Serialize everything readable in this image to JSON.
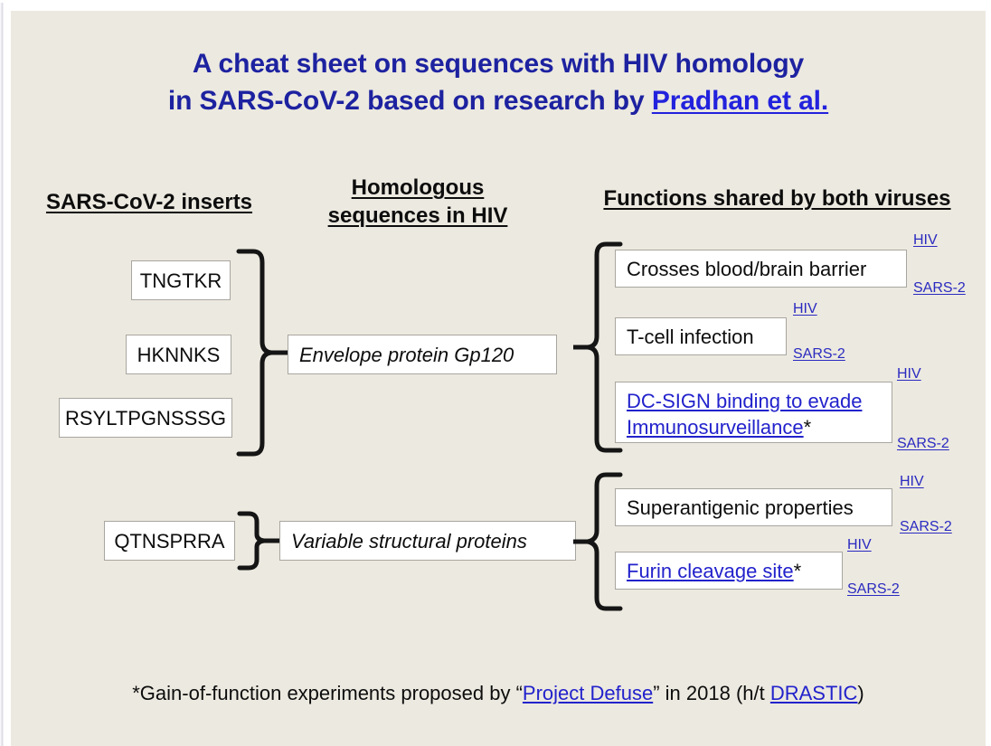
{
  "slide": {
    "background_color": "#ece9e0",
    "title": {
      "line1": "A cheat sheet on sequences with HIV homology",
      "line2_prefix": "in SARS-CoV-2 based on research by ",
      "line2_link": "Pradhan et al.",
      "color": "#1d22a0",
      "link_color": "#2222dd"
    },
    "headers": {
      "left": "SARS-CoV-2 inserts",
      "middle_line1": "Homologous",
      "middle_line2": "sequences in HIV",
      "right": "Functions shared by both viruses"
    },
    "inserts": [
      {
        "label": "TNGTKR"
      },
      {
        "label": "HKNNKS"
      },
      {
        "label": "RSYLTPGNSSSG"
      },
      {
        "label": "QTNSPRRA"
      }
    ],
    "homologous": [
      {
        "label": "Envelope protein Gp120"
      },
      {
        "label": "Variable structural proteins"
      }
    ],
    "functions": [
      {
        "label": "Crosses blood/brain barrier",
        "is_link": false,
        "tag_top": "HIV",
        "tag_bottom": "SARS-2"
      },
      {
        "label": "T-cell infection",
        "is_link": false,
        "tag_top": "HIV",
        "tag_bottom": "SARS-2"
      },
      {
        "label_line1": "DC-SIGN binding to evade",
        "label_line2": "Immunosurveillance",
        "asterisk": "*",
        "is_link": true,
        "tag_top": "HIV",
        "tag_bottom": "SARS-2"
      },
      {
        "label": "Superantigenic properties",
        "is_link": false,
        "tag_top": "HIV",
        "tag_bottom": "SARS-2"
      },
      {
        "label": "Furin cleavage site",
        "asterisk": "*",
        "is_link": true,
        "tag_top": "HIV",
        "tag_bottom": "SARS-2"
      }
    ],
    "footnote": {
      "part1": "*Gain-of-function experiments proposed by “",
      "link1": "Project Defuse",
      "part2": "” in 2018 (h/t ",
      "link2": "DRASTIC",
      "part3": ")"
    },
    "link_color": "#2222cc",
    "tag_color": "#2a2ac0",
    "box_border_color": "#a8a6a0",
    "box_fill_color": "#ffffff"
  }
}
